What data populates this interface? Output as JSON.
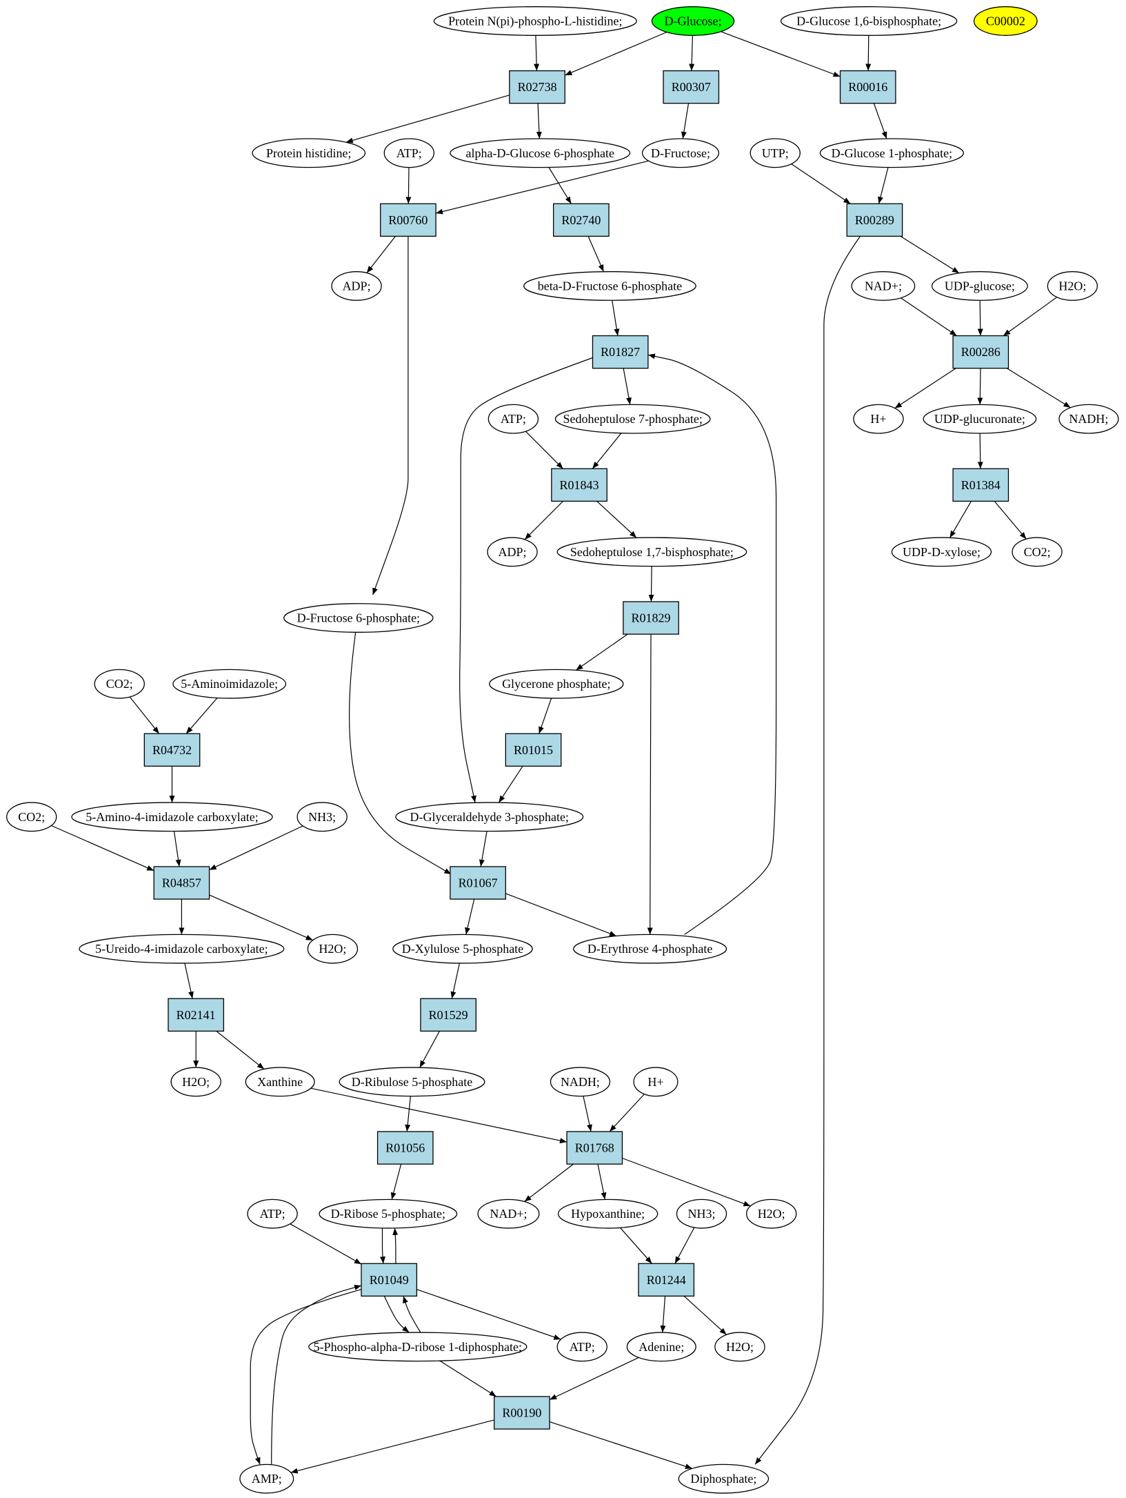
{
  "colors": {
    "reaction_fill": "#add8e6",
    "highlight_green": "#00ff00",
    "highlight_yellow": "#ffff00",
    "compound_fill": "#ffffff",
    "stroke": "#000000"
  },
  "nodes": {
    "c_prot_nphos": "Protein N(pi)-phospho-L-histidine;",
    "c_dglucose": "D-Glucose;",
    "c_dglc16bp": "D-Glucose 1,6-bisphosphate;",
    "c_c00002": "C00002",
    "r_R02738": "R02738",
    "r_R00307": "R00307",
    "r_R00016": "R00016",
    "c_prot_his": "Protein histidine;",
    "c_atp1": "ATP;",
    "c_adg6p": "alpha-D-Glucose 6-phosphate",
    "c_dfructose": "D-Fructose;",
    "c_utp": "UTP;",
    "c_dg1p": "D-Glucose 1-phosphate;",
    "r_R00760": "R00760",
    "r_R02740": "R02740",
    "r_R00289": "R00289",
    "c_adp1": "ADP;",
    "c_bdf6p": "beta-D-Fructose 6-phosphate",
    "c_nadp_top": "NAD+;",
    "c_udpglc": "UDP-glucose;",
    "c_h2o_top": "H2O;",
    "r_R01827": "R01827",
    "r_R00286": "R00286",
    "c_atp2": "ATP;",
    "c_s7p": "Sedoheptulose 7-phosphate;",
    "c_hplus_top": "H+",
    "c_udpgluc": "UDP-glucuronate;",
    "c_nadh_top": "NADH;",
    "r_R01843": "R01843",
    "r_R01384": "R01384",
    "c_adp2": "ADP;",
    "c_s17bp": "Sedoheptulose 1,7-bisphosphate;",
    "c_udpxyl": "UDP-D-xylose;",
    "c_co2_right": "CO2;",
    "r_R01829": "R01829",
    "c_df6p": "D-Fructose 6-phosphate;",
    "c_co2_a": "CO2;",
    "c_5ai": "5-Aminoimidazole;",
    "c_dhap": "Glycerone phosphate;",
    "r_R04732": "R04732",
    "r_R01015": "R01015",
    "c_co2_b": "CO2;",
    "c_5a4ic": "5-Amino-4-imidazole carboxylate;",
    "c_nh3_a": "NH3;",
    "c_g3p": "D-Glyceraldehyde 3-phosphate;",
    "r_R04857": "R04857",
    "r_R01067": "R01067",
    "c_5u4ic": "5-Ureido-4-imidazole carboxylate;",
    "c_h2o_a": "H2O;",
    "c_xu5p": "D-Xylulose 5-phosphate",
    "c_e4p": "D-Erythrose 4-phosphate",
    "r_R02141": "R02141",
    "r_R01529": "R01529",
    "c_h2o_b": "H2O;",
    "c_xanthine": "Xanthine",
    "c_ru5p": "D-Ribulose 5-phosphate",
    "c_nadh_b": "NADH;",
    "c_hplus_b": "H+",
    "r_R01056": "R01056",
    "r_R01768": "R01768",
    "c_atp3": "ATP;",
    "c_r5p": "D-Ribose 5-phosphate;",
    "c_nadp_b": "NAD+;",
    "c_hypox": "Hypoxanthine;",
    "c_nh3_b": "NH3;",
    "c_h2o_c": "H2O;",
    "r_R01049": "R01049",
    "r_R01244": "R01244",
    "c_prpp": "5-Phospho-alpha-D-ribose 1-diphosphate;",
    "c_atp4": "ATP;",
    "c_adenine": "Adenine;",
    "c_h2o_d": "H2O;",
    "r_R00190": "R00190",
    "c_amp": "AMP;",
    "c_diphos": "Diphosphate;"
  }
}
